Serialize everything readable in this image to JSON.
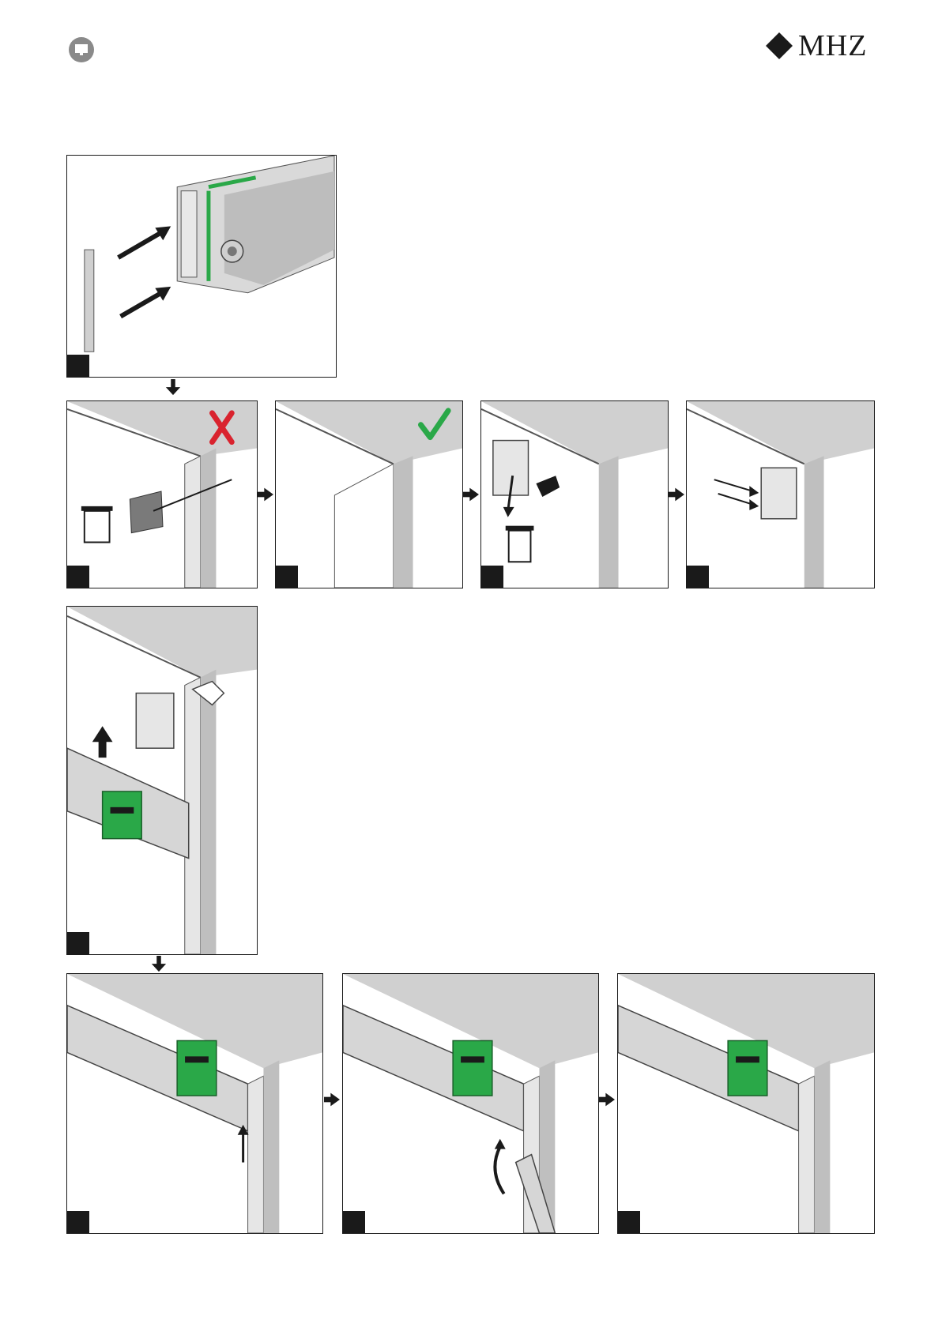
{
  "header": {
    "brand_name": "MHZ",
    "icon": "monitor-icon",
    "brand_icon": "diamond-logo"
  },
  "steps": [
    {
      "id": 1,
      "icon": "end-cap-attach"
    },
    {
      "id": 2,
      "icon": "remove-old-bracket",
      "status": "wrong"
    },
    {
      "id": 3,
      "icon": "clean-frame",
      "status": "correct"
    },
    {
      "id": 4,
      "icon": "remove-bracket-pins"
    },
    {
      "id": 5,
      "icon": "screw-bracket"
    },
    {
      "id": 6,
      "icon": "insert-profile"
    },
    {
      "id": 7,
      "icon": "secure-screw"
    },
    {
      "id": 8,
      "icon": "attach-cover"
    },
    {
      "id": 9,
      "icon": "finished-installation"
    }
  ],
  "colors": {
    "accent_green": "#2aa848",
    "wrong_red": "#d9232e",
    "frame_grey": "#c8c8c8",
    "dark": "#1a1a1a"
  }
}
